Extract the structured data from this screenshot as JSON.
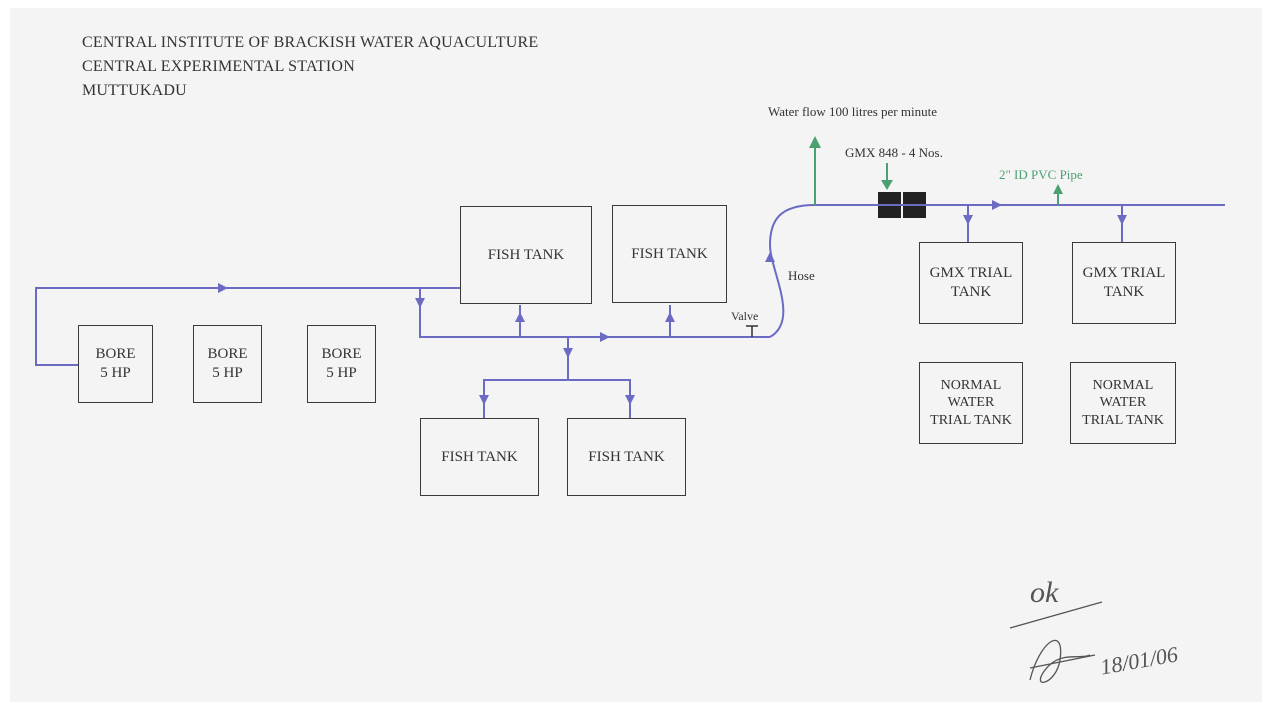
{
  "header": {
    "line1": "CENTRAL INSTITUTE OF BRACKISH WATER AQUACULTURE",
    "line2": "CENTRAL EXPERIMENTAL STATION",
    "line3": "MUTTUKADU"
  },
  "bores": [
    {
      "line1": "BORE",
      "line2": "5 HP"
    },
    {
      "line1": "BORE",
      "line2": "5 HP"
    },
    {
      "line1": "BORE",
      "line2": "5 HP"
    }
  ],
  "fish_tanks": [
    "FISH TANK",
    "FISH TANK",
    "FISH TANK",
    "FISH TANK"
  ],
  "gmx_trial_tanks": [
    {
      "line1": "GMX TRIAL",
      "line2": "TANK"
    },
    {
      "line1": "GMX TRIAL",
      "line2": "TANK"
    }
  ],
  "normal_trial_tanks": [
    {
      "line1": "NORMAL",
      "line2": "WATER",
      "line3": "TRIAL TANK"
    },
    {
      "line1": "NORMAL",
      "line2": "WATER",
      "line3": "TRIAL TANK"
    }
  ],
  "labels": {
    "water_flow": "Water flow  100 litres per minute",
    "gmx_device": "GMX 848 - 4 Nos.",
    "pipe": "2\" ID PVC Pipe",
    "hose": "Hose",
    "valve": "Valve"
  },
  "signature": {
    "note": "ok",
    "date": "18/01/06"
  },
  "colors": {
    "pipe": "#6b6bc4",
    "flow_arrow": "#4aa071",
    "box_border": "#3a3a3a",
    "device": "#222222"
  }
}
